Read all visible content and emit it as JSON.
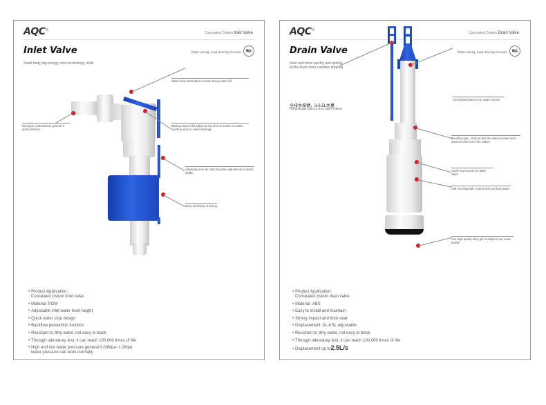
{
  "left_page": {
    "logo": "AQC",
    "header_category_prefix": "Concealed Cistern ",
    "header_category_name": "Inlet Valve",
    "title": "Inlet Valve",
    "slogan": "Water saving, keep moving forward",
    "seal_text": "精品",
    "subtitle": "Small body, big energy, core technology, skills",
    "callouts": [
      "Water stop assembly to ensure timely water off",
      "Backup water inlet,adjust at any time to ensure no water overflow and no water shortage",
      "Inlet pipe, international general 4-point interface",
      "Adjusting lever for inlet buoy,free adjustment of water intake",
      "Buoy sensitivity is strong"
    ],
    "features": [
      {
        "text": "Product Application:",
        "cont": "Concealed cistern inlet valve"
      },
      {
        "text": "Material :POM"
      },
      {
        "text": "Adjustable inlet water level height"
      },
      {
        "text": "Quick water stop design"
      },
      {
        "text": "Backflow prevention function"
      },
      {
        "text": "Resistant to dirty water, not easy to block"
      },
      {
        "text": "Through laboratory test, it can reach 100,000 times of life"
      },
      {
        "text": "High and low water pressure general 0.03Mpa~1.2Mpa",
        "cont": "water pressure can work normally"
      }
    ]
  },
  "right_page": {
    "logo": "AQC",
    "header_category_prefix": "Concealed Cistern ",
    "header_category_name": "Drain Valve",
    "title": "Drain Valve",
    "slogan": "Water saving, keep moving forward",
    "seal_text": "精品",
    "subtitle": "Start and close quickly and quickly, let the flush more carefree dripping",
    "cn_label": "全排水按键，3-6.5L水量",
    "cn_sub": "Full drainage button,3-6.5L water volume",
    "callouts": [
      "Semi-drain button,3-3L water volume",
      "Overflow pipe , Ensure that the internal water level does not rise out of the cistern",
      "Small row bracket for drain valve",
      "Half row float ball, control half row flush water",
      "Use high quality alloy gel to adapt to any water quality"
    ],
    "features": [
      {
        "text": "Product Application:",
        "cont": "Concealed cistern drain valve"
      },
      {
        "text": "Material :ABS"
      },
      {
        "text": "Easy to install and maintain"
      },
      {
        "text": "Strong impact and thick seal"
      },
      {
        "text": "Displacement :3L-6.5L adjustable"
      },
      {
        "text": "Resistant to dirty water, not easy to block"
      },
      {
        "text": "Through laboratory test, it can reach 100,000 times of life"
      },
      {
        "text": "Displacement up to",
        "big": "2.5L/s"
      }
    ]
  },
  "colors": {
    "accent_blue": "#1f4fd0",
    "callout_dot": "#d9141c",
    "border": "#9a9a9a"
  }
}
